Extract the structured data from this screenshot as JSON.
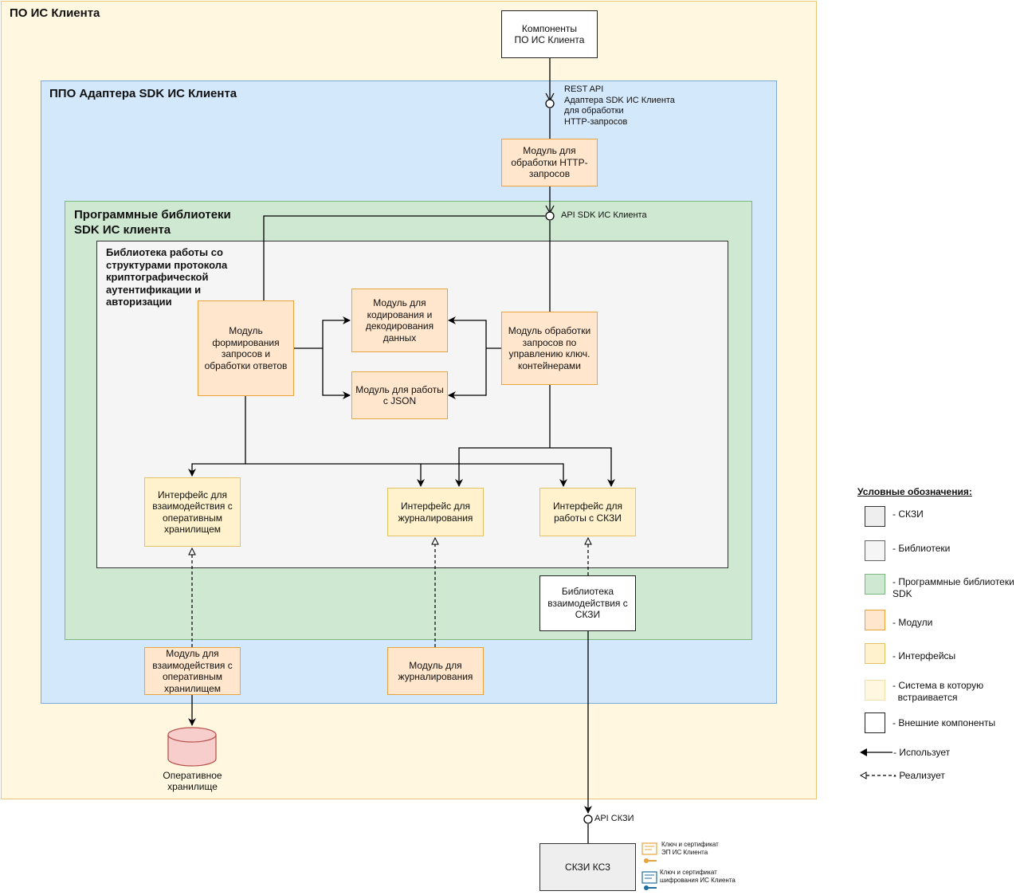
{
  "regions": {
    "system": {
      "title": "ПО ИС Клиента",
      "fill": "#fff7e0",
      "stroke": "#e8c872"
    },
    "adapter": {
      "title": "ППО Адаптера SDK ИС Клиента",
      "fill": "#d4e8fb",
      "stroke": "#7ea8d6"
    },
    "libraries": {
      "title": "Программные библиотеки\nSDK ИС клиента",
      "fill": "#cfe8d2",
      "stroke": "#7bb87f"
    },
    "crypto_lib": {
      "title": "Библиотека работы со\nструктурами протокола\nкриптографической\nаутентификации и\nавторизации",
      "fill": "#f5f5f5",
      "stroke": "#333333"
    }
  },
  "components": {
    "client_components": "Компоненты\nПО ИС Клиента",
    "http_module": "Модуль для\nобработки HTTP-\nзапросов",
    "request_module": "Модуль\nформирования\nзапросов и\nобработки ответов",
    "encoding_module": "Модуль для\nкодирования и\nдекодирования\nданных",
    "json_module": "Модуль для работы\nс JSON",
    "container_module": "Модуль обработки\nзапросов по\nуправлению ключ.\nконтейнерами",
    "storage_interface": "Интерфейс для\nвзаимодействия с\nоперативным\nхранилищем",
    "logging_interface": "Интерфейс для\nжурналирования",
    "skzi_interface": "Интерфейс для\nработы с СКЗИ",
    "skzi_library": "Библиотека\nвзаимодействия с\nСКЗИ",
    "storage_module": "Модуль для\nвзаимодействия с\nоперативным\nхранилищем",
    "logging_module": "Модуль для\nжурналирования",
    "storage": "Оперативное\nхранилище",
    "skzi_ks3": "СКЗИ КС3"
  },
  "apis": {
    "rest_api": "REST API\nАдаптера SDK ИС Клиента\nдля обработки\nHTTP-запросов",
    "sdk_api": "API SDK ИС Клиента",
    "skzi_api": "API СКЗИ"
  },
  "keys": {
    "signature_key": "Ключ и сертификат\nЭП ИС Клиента",
    "encryption_key": "Ключ и сертификат\nшифрования ИС Клиента"
  },
  "legend": {
    "title": "Условные обозначения:",
    "items": [
      {
        "label": "- СКЗИ",
        "fill": "#eeeeee",
        "stroke": "#333333"
      },
      {
        "label": "- Библиотеки",
        "fill": "#f5f5f5",
        "stroke": "#666666"
      },
      {
        "label": "- Программные библиотеки\nSDK",
        "fill": "#cfe8d2",
        "stroke": "#7bb87f"
      },
      {
        "label": "- Модули",
        "fill": "#ffe6cc",
        "stroke": "#e8a33d"
      },
      {
        "label": "- Интерфейсы",
        "fill": "#fff2cc",
        "stroke": "#e2c262"
      },
      {
        "label": "- Система в которую\n  встраивается",
        "fill": "#fff7e0",
        "stroke": "#f0dfa8"
      },
      {
        "label": "- Внешние компоненты",
        "fill": "#ffffff",
        "stroke": "#222222"
      }
    ],
    "uses": "- Использует",
    "implements": "- Реализует"
  }
}
